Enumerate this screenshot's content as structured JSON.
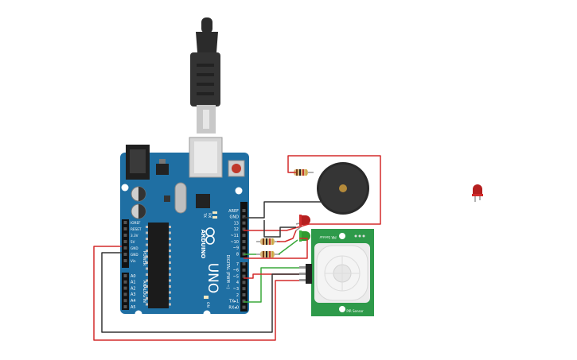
{
  "board": {
    "brand": "ARDUINO",
    "model": "UNO",
    "power_section": "POWER",
    "analog_section": "ANALOG IN",
    "digital_section": "DIGITAL (PWM ~)",
    "power_pins": [
      "IOREF",
      "RESET",
      "3.3V",
      "5V",
      "GND",
      "GND",
      "Vin"
    ],
    "analog_pins": [
      "A0",
      "A1",
      "A2",
      "A3",
      "A4",
      "A5"
    ],
    "digital_top_pins": [
      "AREF",
      "GND",
      "13",
      "12",
      "~11",
      "~10",
      "~9",
      "8"
    ],
    "digital_bottom_pins": [
      "7",
      "~6",
      "~5",
      "4",
      "~3",
      "2",
      "TX▸1",
      "RX◂0"
    ],
    "led_labels": [
      "TX",
      "RX"
    ],
    "on_label": "ON"
  },
  "pir": {
    "top_label": "PIR Sensor",
    "bottom_label": "PIR Sensor"
  },
  "colors": {
    "board_blue": "#1f6fa3",
    "wire_red": "#d42a2a",
    "wire_black": "#333333",
    "wire_green": "#3aa83a",
    "pir_green": "#2e9a4a"
  }
}
